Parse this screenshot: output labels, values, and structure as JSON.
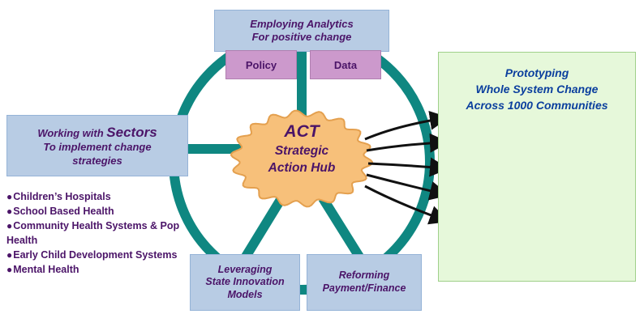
{
  "top_box": {
    "line1": "Employing Analytics",
    "line2": "For positive change"
  },
  "tabs": {
    "policy": "Policy",
    "data": "Data"
  },
  "hub": {
    "title": "ACT",
    "line1": "Strategic",
    "line2": "Action Hub"
  },
  "left_box": {
    "prefix": "Working with ",
    "emph": "Sectors",
    "line2": "To implement change",
    "line3": "strategies"
  },
  "sectors": [
    "Children’s Hospitals",
    "School Based Health",
    "Community Health Systems & Pop Health",
    "Early Child Development Systems",
    "Mental Health"
  ],
  "bottom_left_box": {
    "line1": "Leveraging",
    "line2": "State Innovation",
    "line3": "Models"
  },
  "bottom_right_box": {
    "line1": "Reforming",
    "line2": "Payment/Finance"
  },
  "prototype": {
    "line1": "Prototyping",
    "line2": "Whole System Change",
    "line3": "Across 1000 Communities"
  },
  "colors": {
    "ring": "#0f8781",
    "hub": "#f7c07a",
    "box": "#b8cce4",
    "tab": "#cc99cc",
    "text": "#4b1468",
    "panel": "#e6f8da",
    "panel_text": "#0b3f9e"
  },
  "icons": [
    "city-skyline-icon"
  ]
}
